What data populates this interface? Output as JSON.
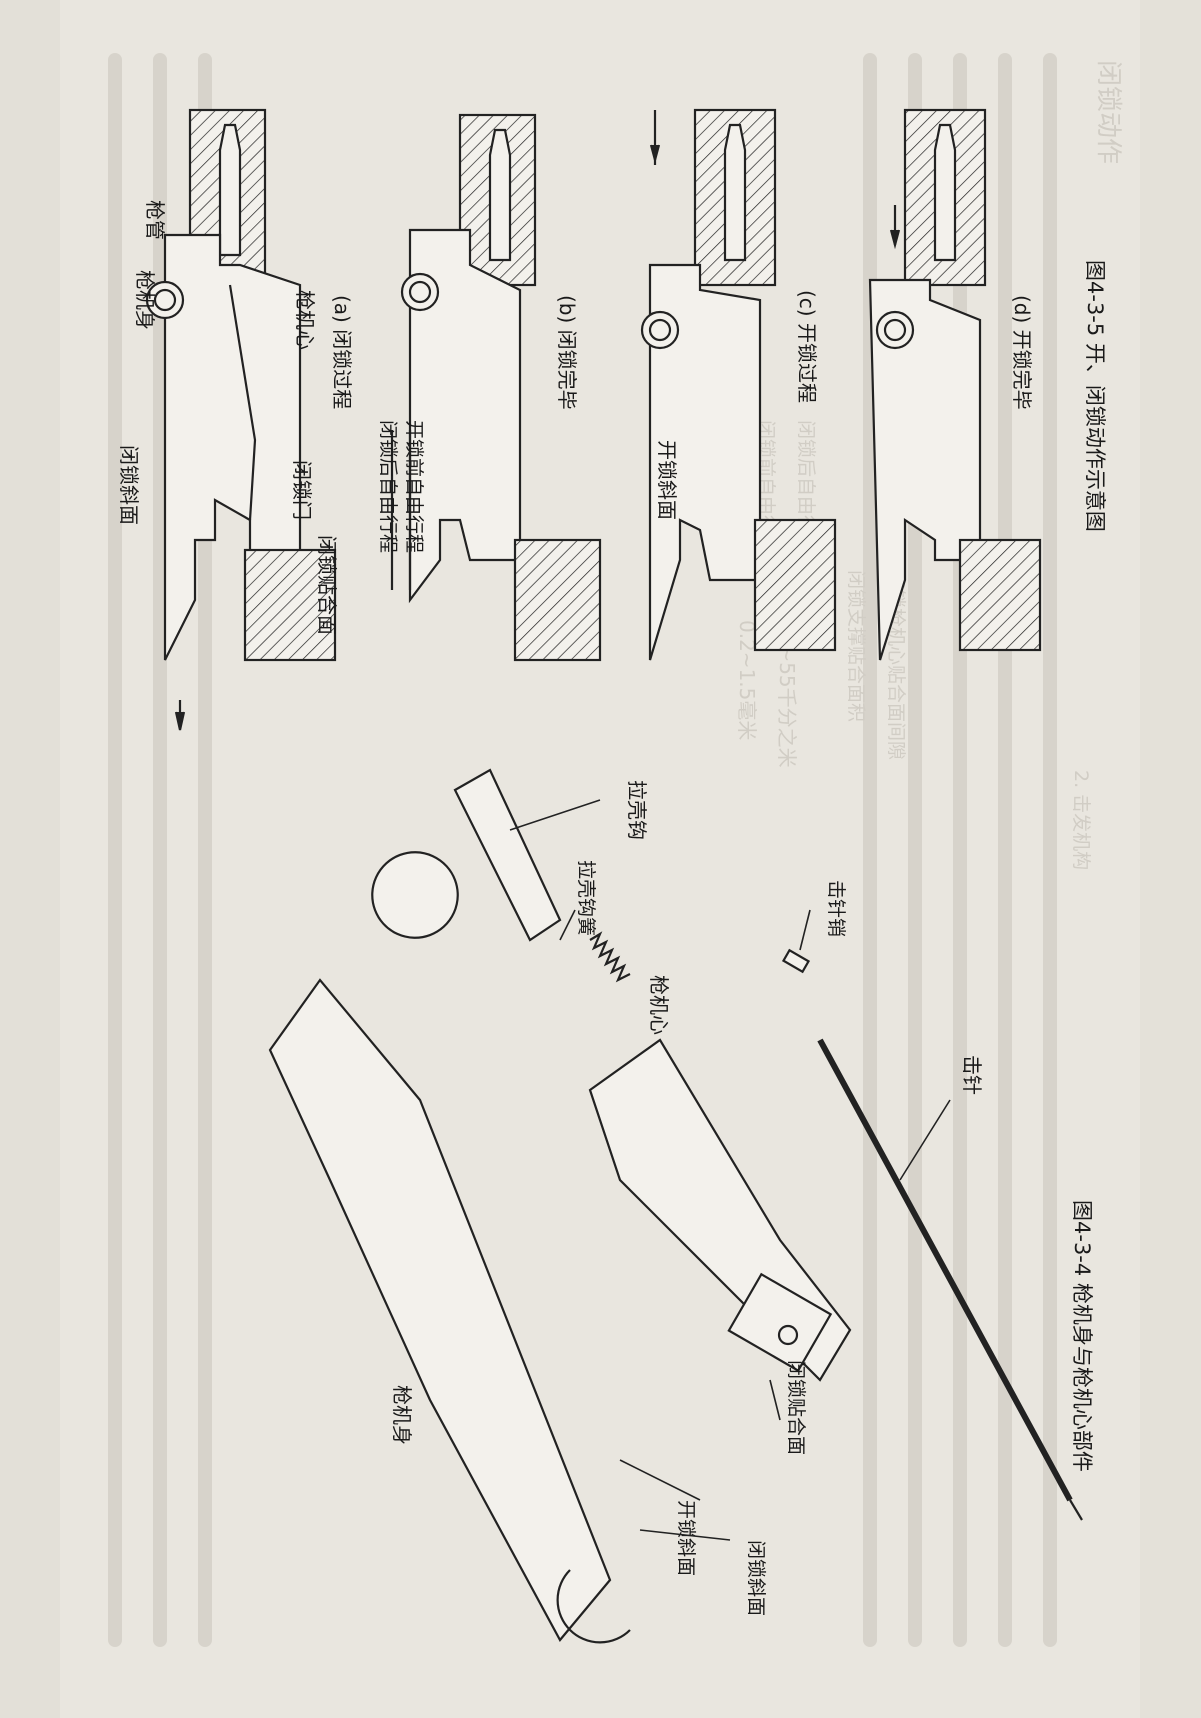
{
  "figure_4_3_5": {
    "caption": "图4-3-5   开、闭锁动作示意图",
    "panels": [
      {
        "tag": "(a) 闭锁过程"
      },
      {
        "tag": "(b) 闭锁完毕"
      },
      {
        "tag": "(c) 开锁过程"
      },
      {
        "tag": "(d) 开锁完毕"
      }
    ],
    "labels": {
      "barrel": "枪管",
      "bolt_carrier": "枪机身",
      "bolt": "枪机心",
      "locking_ramp": "闭锁斜面",
      "locking_lug": "闭锁门",
      "locking_face": "闭锁贴合面",
      "rear_free_travel": "闭锁后自由行程",
      "front_free_travel": "开锁前自由行程",
      "unlocking_ramp": "开锁斜面"
    }
  },
  "figure_4_3_4": {
    "caption": "图4-3-4   枪机身与枪机心部件",
    "labels": {
      "extractor": "拉壳钩",
      "extractor_spring": "拉壳钩簧",
      "bolt": "枪机心",
      "firing_pin_pin": "击针销",
      "firing_pin": "击针",
      "bolt_carrier": "枪机身",
      "locking_face": "闭锁贴合面",
      "unlocking_ramp": "开锁斜面",
      "locking_ramp": "闭锁斜面"
    }
  },
  "page_text_fragments": {
    "heading_1": "闭锁动作",
    "subsection": "2. 击发机构",
    "spec_1": "13~55千分之米",
    "spec_2": "0.2~1.5毫米",
    "list_1": "闭锁前自由行程",
    "list_2": "闭锁后自由行程",
    "list_3": "闭锁支撑贴合面积",
    "list_4": "闭锁枪机心贴合面间隙"
  }
}
